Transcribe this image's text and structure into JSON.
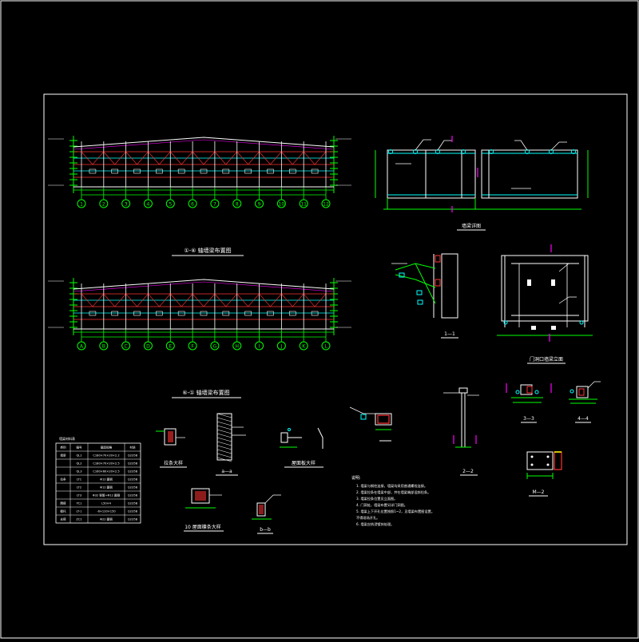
{
  "colors": {
    "background": "#000000",
    "frame": "#ffffff",
    "grid": "#00ff00",
    "structure": "#ffffff",
    "dimension": "#00ffff",
    "member": "#ff3333",
    "accent": "#ff00ff",
    "label": "#ffff00"
  },
  "elevation1": {
    "title": "①-⑥ 轴墙梁布置图",
    "axes": [
      "1",
      "2",
      "3",
      "4",
      "5",
      "6",
      "7",
      "8",
      "9",
      "10",
      "11",
      "12"
    ]
  },
  "elevation2": {
    "title": "⑥-① 轴墙梁布置图",
    "axes": [
      "A",
      "B",
      "C",
      "D",
      "E",
      "F",
      "G",
      "H",
      "I",
      "J",
      "K",
      "L"
    ]
  },
  "topright": {
    "title": "墙梁详图"
  },
  "sec_1_1": {
    "title": "1—1"
  },
  "door_frame": {
    "title": "门洞口墙梁立面"
  },
  "sec_2_2": {
    "title": "2—2"
  },
  "sec_3_3": {
    "title": "3—3"
  },
  "sec_4_4": {
    "title": "4—4"
  },
  "detail_m2": {
    "title": "M—2"
  },
  "detail_a": {
    "title": "拉条大样"
  },
  "detail_aa": {
    "title": "a—a"
  },
  "detail_b": {
    "title": "屋面板大样"
  },
  "detail_c": {
    "title": "10 屋面檩条大样"
  },
  "detail_bb": {
    "title": "b—b"
  },
  "detail_d": {
    "title": "10 屋面拉条大样"
  },
  "table": {
    "title": "墙梁材料表",
    "headers": [
      "类别",
      "编号",
      "截面规格",
      "材质"
    ],
    "rows": [
      [
        "墙梁",
        "QL1",
        "C180×70×20×2.2",
        "Q235B"
      ],
      [
        "",
        "QL2",
        "C180×70×20×2.5",
        "Q235B"
      ],
      [
        "",
        "QL3",
        "C160×60×20×2.5",
        "Q235B"
      ],
      [
        "拉条",
        "LT1",
        "Φ12 圆钢",
        "Q235B"
      ],
      [
        "",
        "LT2",
        "Φ12 圆钢",
        "Q235B"
      ],
      [
        "",
        "LT3",
        "Φ32 钢管+Φ12 圆钢",
        "Q235B"
      ],
      [
        "隅撑",
        "YC1",
        "L50×4",
        "Q235B"
      ],
      [
        "檩托",
        "LT-1",
        "-6×120×150",
        "Q235B"
      ],
      [
        "支撑",
        "ZC1",
        "Φ22 圆钢",
        "Q235B"
      ]
    ]
  },
  "notes": {
    "heading": "说明:",
    "lines": [
      "1. 墙梁与钢柱连接，墙梁均采用普通螺栓连接。",
      "2. 墙梁拉条在墙梁中部，并在墙梁端部设斜拉条。",
      "3. 墙梁拉条位置见立面图。",
      "4. 门洞处，墙梁布置另详门洞图。",
      "5. 墙梁上下开孔位置按照1~2，见墙梁布置图设置。",
      "   不得现场开孔。",
      "6. 墙梁应热浸镀锌处理。"
    ]
  }
}
